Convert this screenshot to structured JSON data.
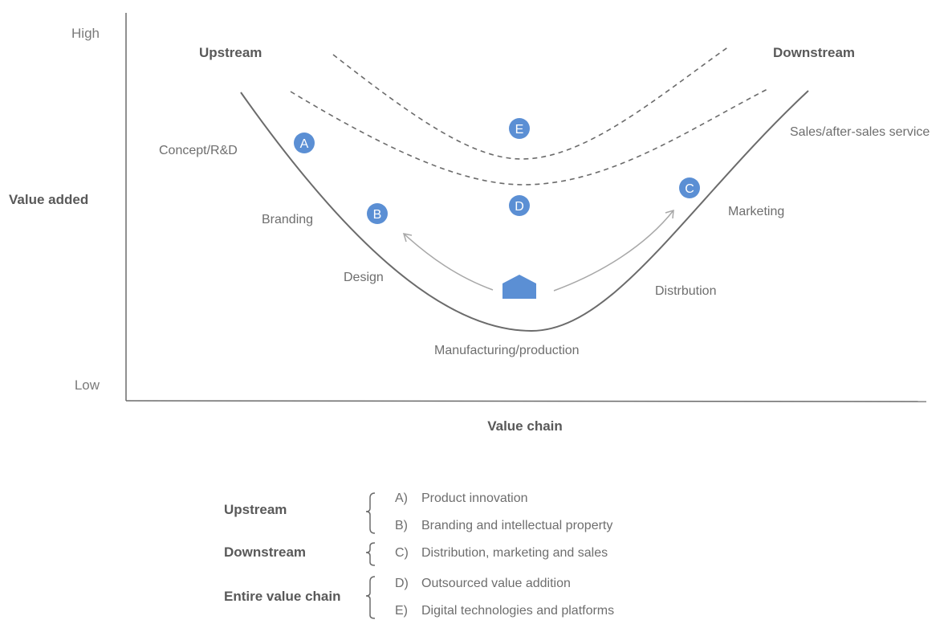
{
  "axes": {
    "y_high": "High",
    "y_low": "Low",
    "y_label": "Value added",
    "x_label": "Value chain"
  },
  "zones": {
    "upstream": "Upstream",
    "downstream": "Downstream"
  },
  "stages": {
    "concept": "Concept/R&D",
    "branding": "Branding",
    "design": "Design",
    "manufacturing": "Manufacturing/production",
    "distribution": "Distrbution",
    "marketing": "Marketing",
    "sales": "Sales/after-sales service"
  },
  "badges": {
    "a": "A",
    "b": "B",
    "c": "C",
    "d": "D",
    "e": "E"
  },
  "legend": {
    "groups": [
      {
        "name": "Upstream"
      },
      {
        "name": "Downstream"
      },
      {
        "name": "Entire value chain"
      }
    ],
    "items": [
      {
        "letter": "A)",
        "text": "Product innovation"
      },
      {
        "letter": "B)",
        "text": "Branding and intellectual property"
      },
      {
        "letter": "C)",
        "text": "Distribution, marketing and sales"
      },
      {
        "letter": "D)",
        "text": "Outsourced value addition"
      },
      {
        "letter": "E)",
        "text": "Digital technologies and platforms"
      }
    ]
  },
  "colors": {
    "accent": "#5b8fd4",
    "curve": "#6b6b6b",
    "text": "#6e6e6e",
    "arrow": "#a8a8a8"
  }
}
